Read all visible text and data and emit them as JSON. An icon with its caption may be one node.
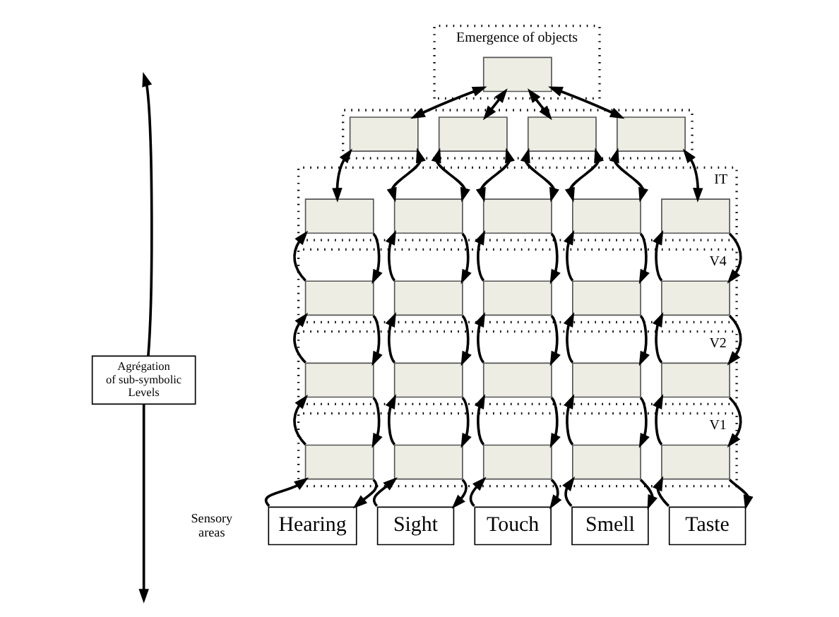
{
  "diagram": {
    "nodes": [
      {
        "text": [
          "Emergence of objects"
        ]
      },
      {
        "text": [],
        "shape": "box",
        "in": 0
      },
      {
        "text": [],
        "shape": "box"
      },
      {
        "text": [],
        "shape": "box",
        "in": 2
      },
      {
        "text": [],
        "shape": "box",
        "in": 2
      },
      {
        "text": [],
        "shape": "box",
        "in": 2
      },
      {
        "text": [],
        "shape": "box",
        "in": 2
      },
      {
        "text": [
          "IT"
        ]
      },
      {
        "text": [],
        "shape": "box",
        "in": 7
      },
      {
        "text": [],
        "shape": "box",
        "in": 7
      },
      {
        "text": [],
        "shape": "box",
        "in": 7
      },
      {
        "text": [],
        "shape": "box",
        "in": 7
      },
      {
        "text": [],
        "shape": "box",
        "in": 7
      },
      {
        "text": [
          "V4"
        ]
      },
      {
        "text": [],
        "shape": "box",
        "in": 13
      },
      {
        "text": [],
        "shape": "box",
        "in": 13
      },
      {
        "text": [],
        "shape": "box",
        "in": 13
      },
      {
        "text": [],
        "shape": "box",
        "in": 13
      },
      {
        "text": [],
        "shape": "box",
        "in": 13
      },
      {
        "text": [
          "V2"
        ]
      },
      {
        "text": [],
        "shape": "box",
        "in": 19
      },
      {
        "text": [],
        "shape": "box",
        "in": 19
      },
      {
        "text": [],
        "shape": "box",
        "in": 19
      },
      {
        "text": [],
        "shape": "box",
        "in": 19
      },
      {
        "text": [],
        "shape": "box",
        "in": 19
      },
      {
        "text": [
          "V1"
        ]
      },
      {
        "text": [],
        "shape": "box",
        "in": 25
      },
      {
        "text": [],
        "shape": "box",
        "in": 25
      },
      {
        "text": [],
        "shape": "box",
        "in": 25
      },
      {
        "text": [],
        "shape": "box",
        "in": 25
      },
      {
        "text": [],
        "shape": "box",
        "in": 25
      },
      {
        "text": [
          "Hearing"
        ]
      },
      {
        "text": [
          "Sight"
        ]
      },
      {
        "text": [
          "Touch"
        ]
      },
      {
        "text": [
          "Smell"
        ]
      },
      {
        "text": [
          "Taste"
        ]
      },
      {
        "text": [
          "Agrégation of sub-symbolic Levels"
        ]
      }
    ],
    "edges": [
      {
        "from": 1,
        "to": 3,
        "arrow": "both"
      },
      {
        "from": 1,
        "to": 4,
        "arrow": "both"
      },
      {
        "from": 1,
        "to": 5,
        "arrow": "both"
      },
      {
        "from": 1,
        "to": 6,
        "arrow": "both"
      },
      {
        "from": 3,
        "to": 8,
        "arrow": "both"
      },
      {
        "from": 3,
        "to": 9,
        "arrow": "both"
      },
      {
        "from": 4,
        "to": 9,
        "arrow": "both"
      },
      {
        "from": 4,
        "to": 10,
        "arrow": "both"
      },
      {
        "from": 5,
        "to": 10,
        "arrow": "both"
      },
      {
        "from": 5,
        "to": 11,
        "arrow": "both"
      },
      {
        "from": 6,
        "to": 11,
        "arrow": "both"
      },
      {
        "from": 6,
        "to": 12,
        "arrow": "both"
      },
      {
        "from": 14,
        "to": 8,
        "arrow": "to"
      },
      {
        "from": 8,
        "to": 14,
        "arrow": "to"
      },
      {
        "from": 15,
        "to": 9,
        "arrow": "to"
      },
      {
        "from": 9,
        "to": 15,
        "arrow": "to"
      },
      {
        "from": 16,
        "to": 10,
        "arrow": "to"
      },
      {
        "from": 10,
        "to": 16,
        "arrow": "to"
      },
      {
        "from": 17,
        "to": 11,
        "arrow": "to"
      },
      {
        "from": 11,
        "to": 17,
        "arrow": "to"
      },
      {
        "from": 18,
        "to": 12,
        "arrow": "to"
      },
      {
        "from": 12,
        "to": 18,
        "arrow": "to"
      },
      {
        "from": 20,
        "to": 14,
        "arrow": "to"
      },
      {
        "from": 14,
        "to": 20,
        "arrow": "to"
      },
      {
        "from": 21,
        "to": 15,
        "arrow": "to"
      },
      {
        "from": 15,
        "to": 21,
        "arrow": "to"
      },
      {
        "from": 22,
        "to": 16,
        "arrow": "to"
      },
      {
        "from": 16,
        "to": 22,
        "arrow": "to"
      },
      {
        "from": 23,
        "to": 17,
        "arrow": "to"
      },
      {
        "from": 17,
        "to": 23,
        "arrow": "to"
      },
      {
        "from": 24,
        "to": 18,
        "arrow": "to"
      },
      {
        "from": 18,
        "to": 24,
        "arrow": "to"
      },
      {
        "from": 26,
        "to": 20,
        "arrow": "to"
      },
      {
        "from": 20,
        "to": 26,
        "arrow": "to"
      },
      {
        "from": 27,
        "to": 21,
        "arrow": "to"
      },
      {
        "from": 21,
        "to": 27,
        "arrow": "to"
      },
      {
        "from": 28,
        "to": 22,
        "arrow": "to"
      },
      {
        "from": 22,
        "to": 28,
        "arrow": "to"
      },
      {
        "from": 29,
        "to": 23,
        "arrow": "to"
      },
      {
        "from": 23,
        "to": 29,
        "arrow": "to"
      },
      {
        "from": 30,
        "to": 24,
        "arrow": "to"
      },
      {
        "from": 24,
        "to": 30,
        "arrow": "to"
      },
      {
        "from": 31,
        "to": 26,
        "arrow": "to"
      },
      {
        "from": 26,
        "to": 31,
        "arrow": "to"
      },
      {
        "from": 32,
        "to": 27,
        "arrow": "to"
      },
      {
        "from": 27,
        "to": 32,
        "arrow": "to"
      },
      {
        "from": 33,
        "to": 28,
        "arrow": "to"
      },
      {
        "from": 28,
        "to": 33,
        "arrow": "to"
      },
      {
        "from": 34,
        "to": 29,
        "arrow": "to"
      },
      {
        "from": 29,
        "to": 34,
        "arrow": "to"
      },
      {
        "from": 35,
        "to": 30,
        "arrow": "to"
      },
      {
        "from": 30,
        "to": 35,
        "arrow": "to"
      },
      {
        "from": 36,
        "to": null,
        "arrow": "to"
      },
      {
        "from": 36,
        "to": null,
        "arrow": "to"
      }
    ],
    "labels": [
      "Sensory areas"
    ]
  }
}
